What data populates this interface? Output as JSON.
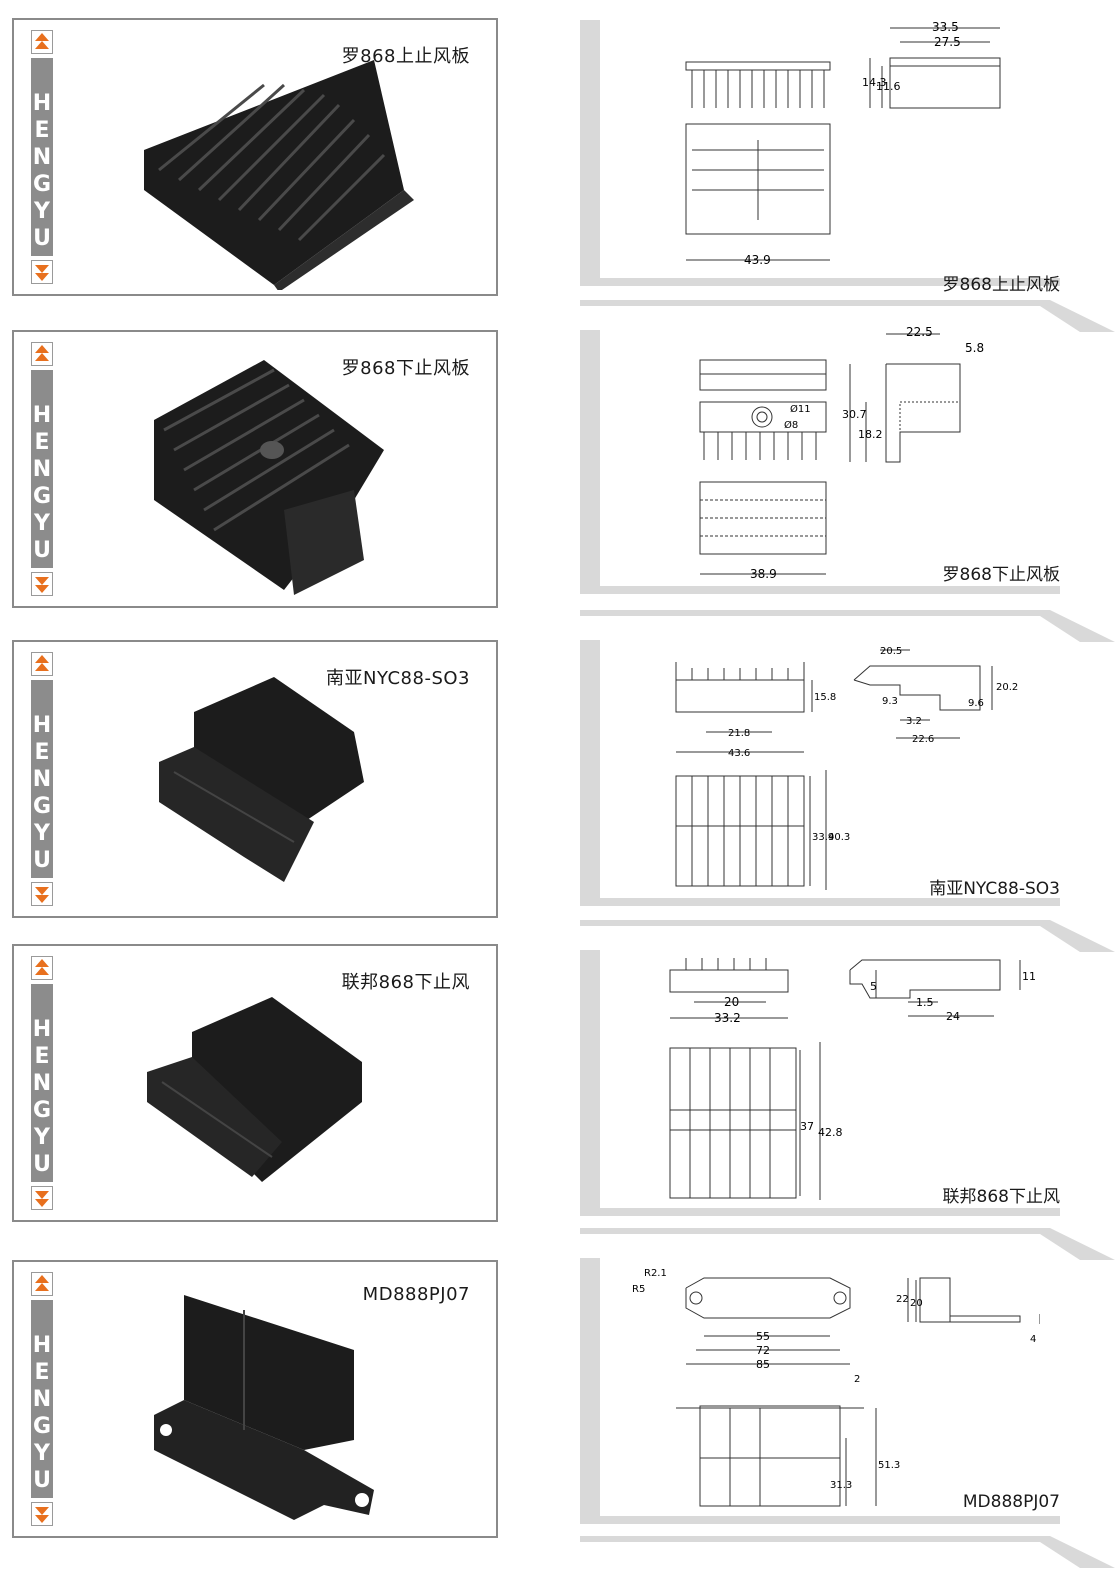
{
  "brand": "HENGYU",
  "products": [
    {
      "name": "罗868上止风板",
      "caption": "罗868上止风板",
      "dims": [
        "33.5",
        "27.5",
        "14.3",
        "11.6",
        "43.9"
      ]
    },
    {
      "name": "罗868下止风板",
      "caption": "罗868下止风板",
      "dims": [
        "22.5",
        "5.8",
        "30.7",
        "18.2",
        "Ø11",
        "Ø8",
        "38.9"
      ]
    },
    {
      "name": "南亚NYC88-SO3",
      "caption": "南亚NYC88-SO3",
      "dims": [
        "20.5",
        "20.2",
        "9.3",
        "9.6",
        "3.2",
        "22.6",
        "15.8",
        "21.8",
        "43.6",
        "33.9",
        "40.3"
      ]
    },
    {
      "name": "联邦868下止风",
      "caption": "联邦868下止风",
      "dims": [
        "20",
        "33.2",
        "5",
        "11",
        "1.5",
        "24",
        "37",
        "42.8"
      ]
    },
    {
      "name": "MD888PJ07",
      "caption": "MD888PJ07",
      "dims": [
        "R2.1",
        "R5",
        "55",
        "72",
        "85",
        "2",
        "22",
        "20",
        "4",
        "51.3",
        "31.3"
      ]
    }
  ],
  "colors": {
    "frame": "#8a8a8a",
    "strip": "#8c8c8c",
    "arrow": "#e8701e",
    "panel": "#d9d9d9",
    "part": "#1c1c1c"
  }
}
